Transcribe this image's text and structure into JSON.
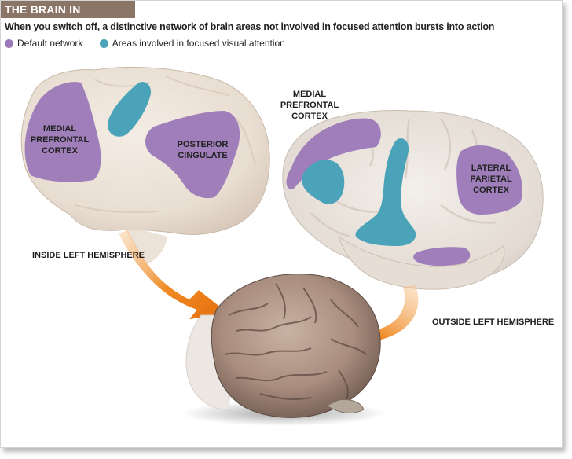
{
  "title": "THE BRAIN IN NEUTRAL",
  "subtitle": "When you switch off, a distinctive network of brain areas not involved in focused attention bursts into action",
  "legend": [
    {
      "label": "Default network",
      "color": "#9b78b8"
    },
    {
      "label": "Areas involved in focused visual attention",
      "color": "#4aa3b8"
    }
  ],
  "labels": {
    "medial_prefrontal_inside": [
      "MEDIAL",
      "PREFRONTAL",
      "CORTEX"
    ],
    "posterior_cingulate": [
      "POSTERIOR",
      "CINGULATE"
    ],
    "medial_prefrontal_outside": [
      "MEDIAL",
      "PREFRONTAL",
      "CORTEX"
    ],
    "lateral_parietal": [
      "LATERAL",
      "PARIETAL",
      "CORTEX"
    ],
    "inside_left_hemisphere": "INSIDE LEFT HEMISPHERE",
    "outside_left_hemisphere": "OUTSIDE LEFT HEMISPHERE"
  },
  "colors": {
    "default_network": "#9b78b8",
    "visual_attention": "#4aa3b8",
    "arrow": "#f0861e",
    "title_bar": "#8a7566"
  }
}
